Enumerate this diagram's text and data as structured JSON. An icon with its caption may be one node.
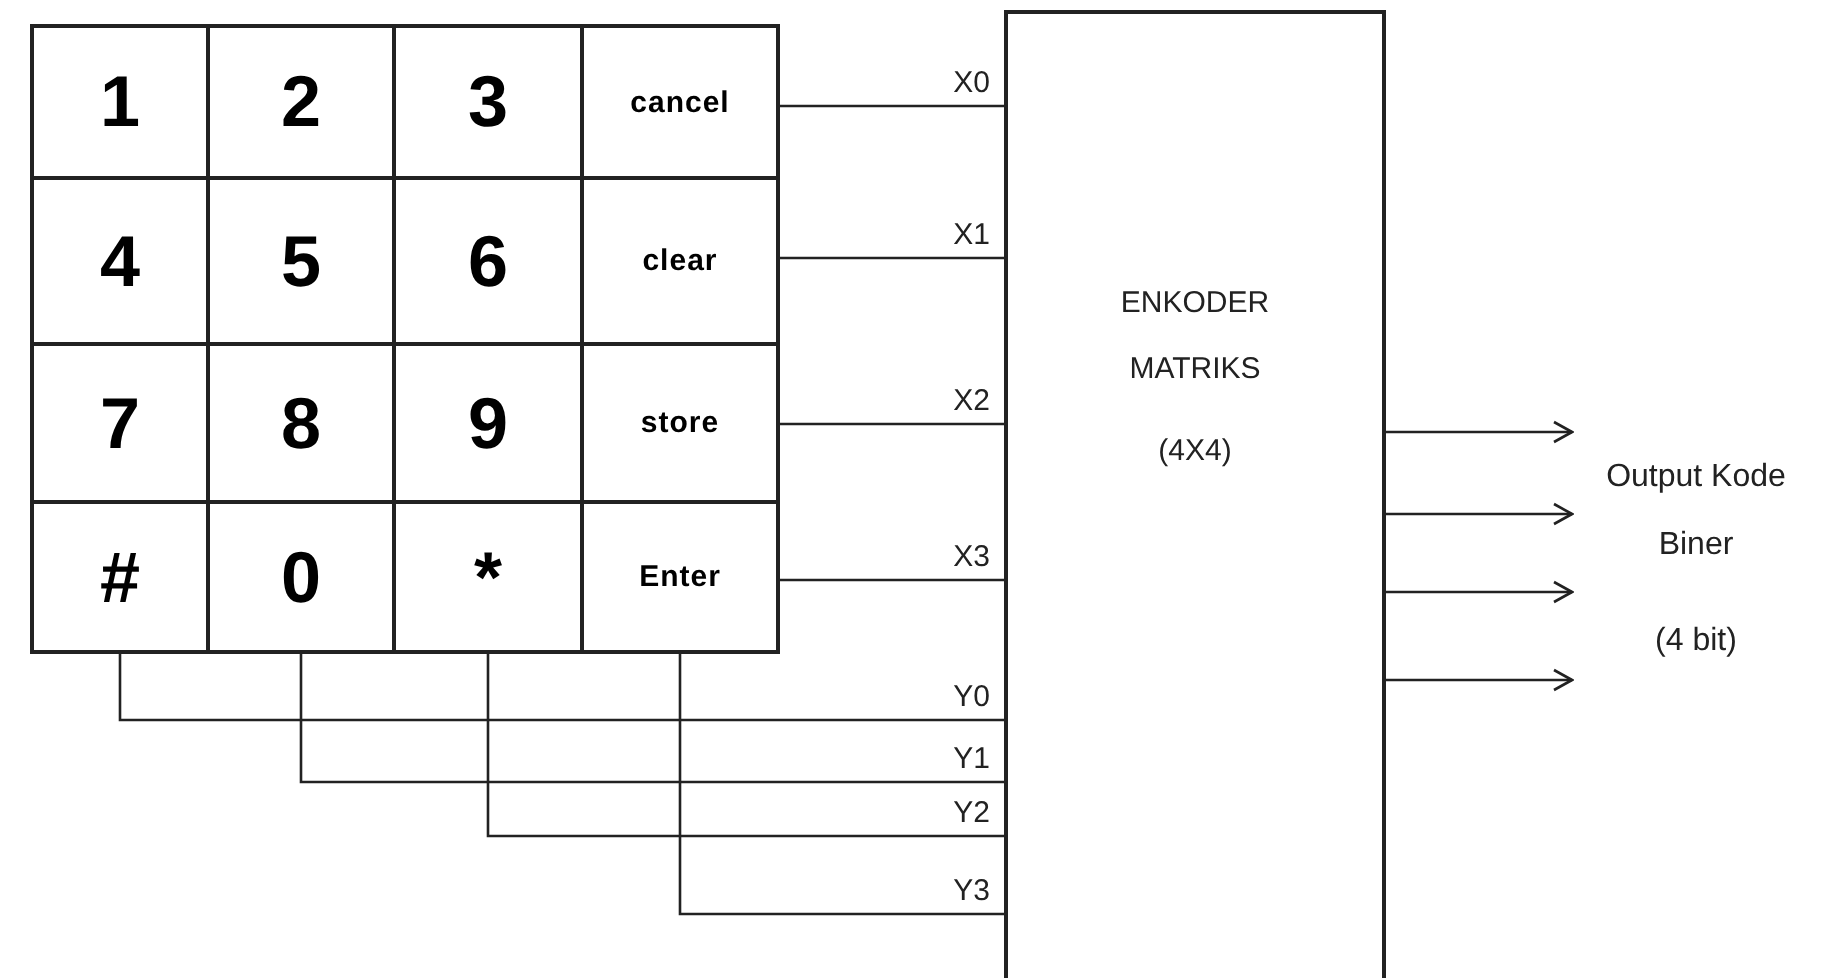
{
  "diagram": {
    "nodes": [
      {
        "text": [
          "1"
        ]
      },
      {
        "text": [
          "2"
        ]
      },
      {
        "text": [
          "3"
        ]
      },
      {
        "text": [
          "cancel"
        ]
      },
      {
        "text": [
          "4"
        ]
      },
      {
        "text": [
          "5"
        ]
      },
      {
        "text": [
          "6"
        ]
      },
      {
        "text": [
          "clear"
        ]
      },
      {
        "text": [
          "7"
        ]
      },
      {
        "text": [
          "8"
        ]
      },
      {
        "text": [
          "9"
        ]
      },
      {
        "text": [
          "store"
        ]
      },
      {
        "text": [
          "#"
        ]
      },
      {
        "text": [
          "0"
        ]
      },
      {
        "text": [
          "*"
        ]
      },
      {
        "text": [
          "Enter"
        ]
      },
      {
        "text": [
          "ENKODER MATRIKS",
          "(4X4)"
        ]
      },
      {
        "text": [
          "Output Kode Biner",
          "(4 bit)"
        ]
      }
    ],
    "edges": [
      {
        "from": 3,
        "to": 16,
        "arrow": "none",
        "label": "X0"
      },
      {
        "from": 7,
        "to": 16,
        "arrow": "none",
        "label": "X1"
      },
      {
        "from": 11,
        "to": 16,
        "arrow": "none",
        "label": "X2"
      },
      {
        "from": 15,
        "to": 16,
        "arrow": "none",
        "label": "X3"
      },
      {
        "from": 12,
        "to": 16,
        "arrow": "none",
        "label": "Y0"
      },
      {
        "from": 13,
        "to": 16,
        "arrow": "none",
        "label": "Y1"
      },
      {
        "from": 14,
        "to": 16,
        "arrow": "none",
        "label": "Y2"
      },
      {
        "from": 15,
        "to": 16,
        "arrow": "none",
        "label": "Y3"
      },
      {
        "from": 16,
        "to": 17,
        "arrow": "to"
      },
      {
        "from": 16,
        "to": 17,
        "arrow": "to"
      },
      {
        "from": 16,
        "to": 17,
        "arrow": "to"
      },
      {
        "from": 16,
        "to": 17,
        "arrow": "to"
      }
    ]
  }
}
